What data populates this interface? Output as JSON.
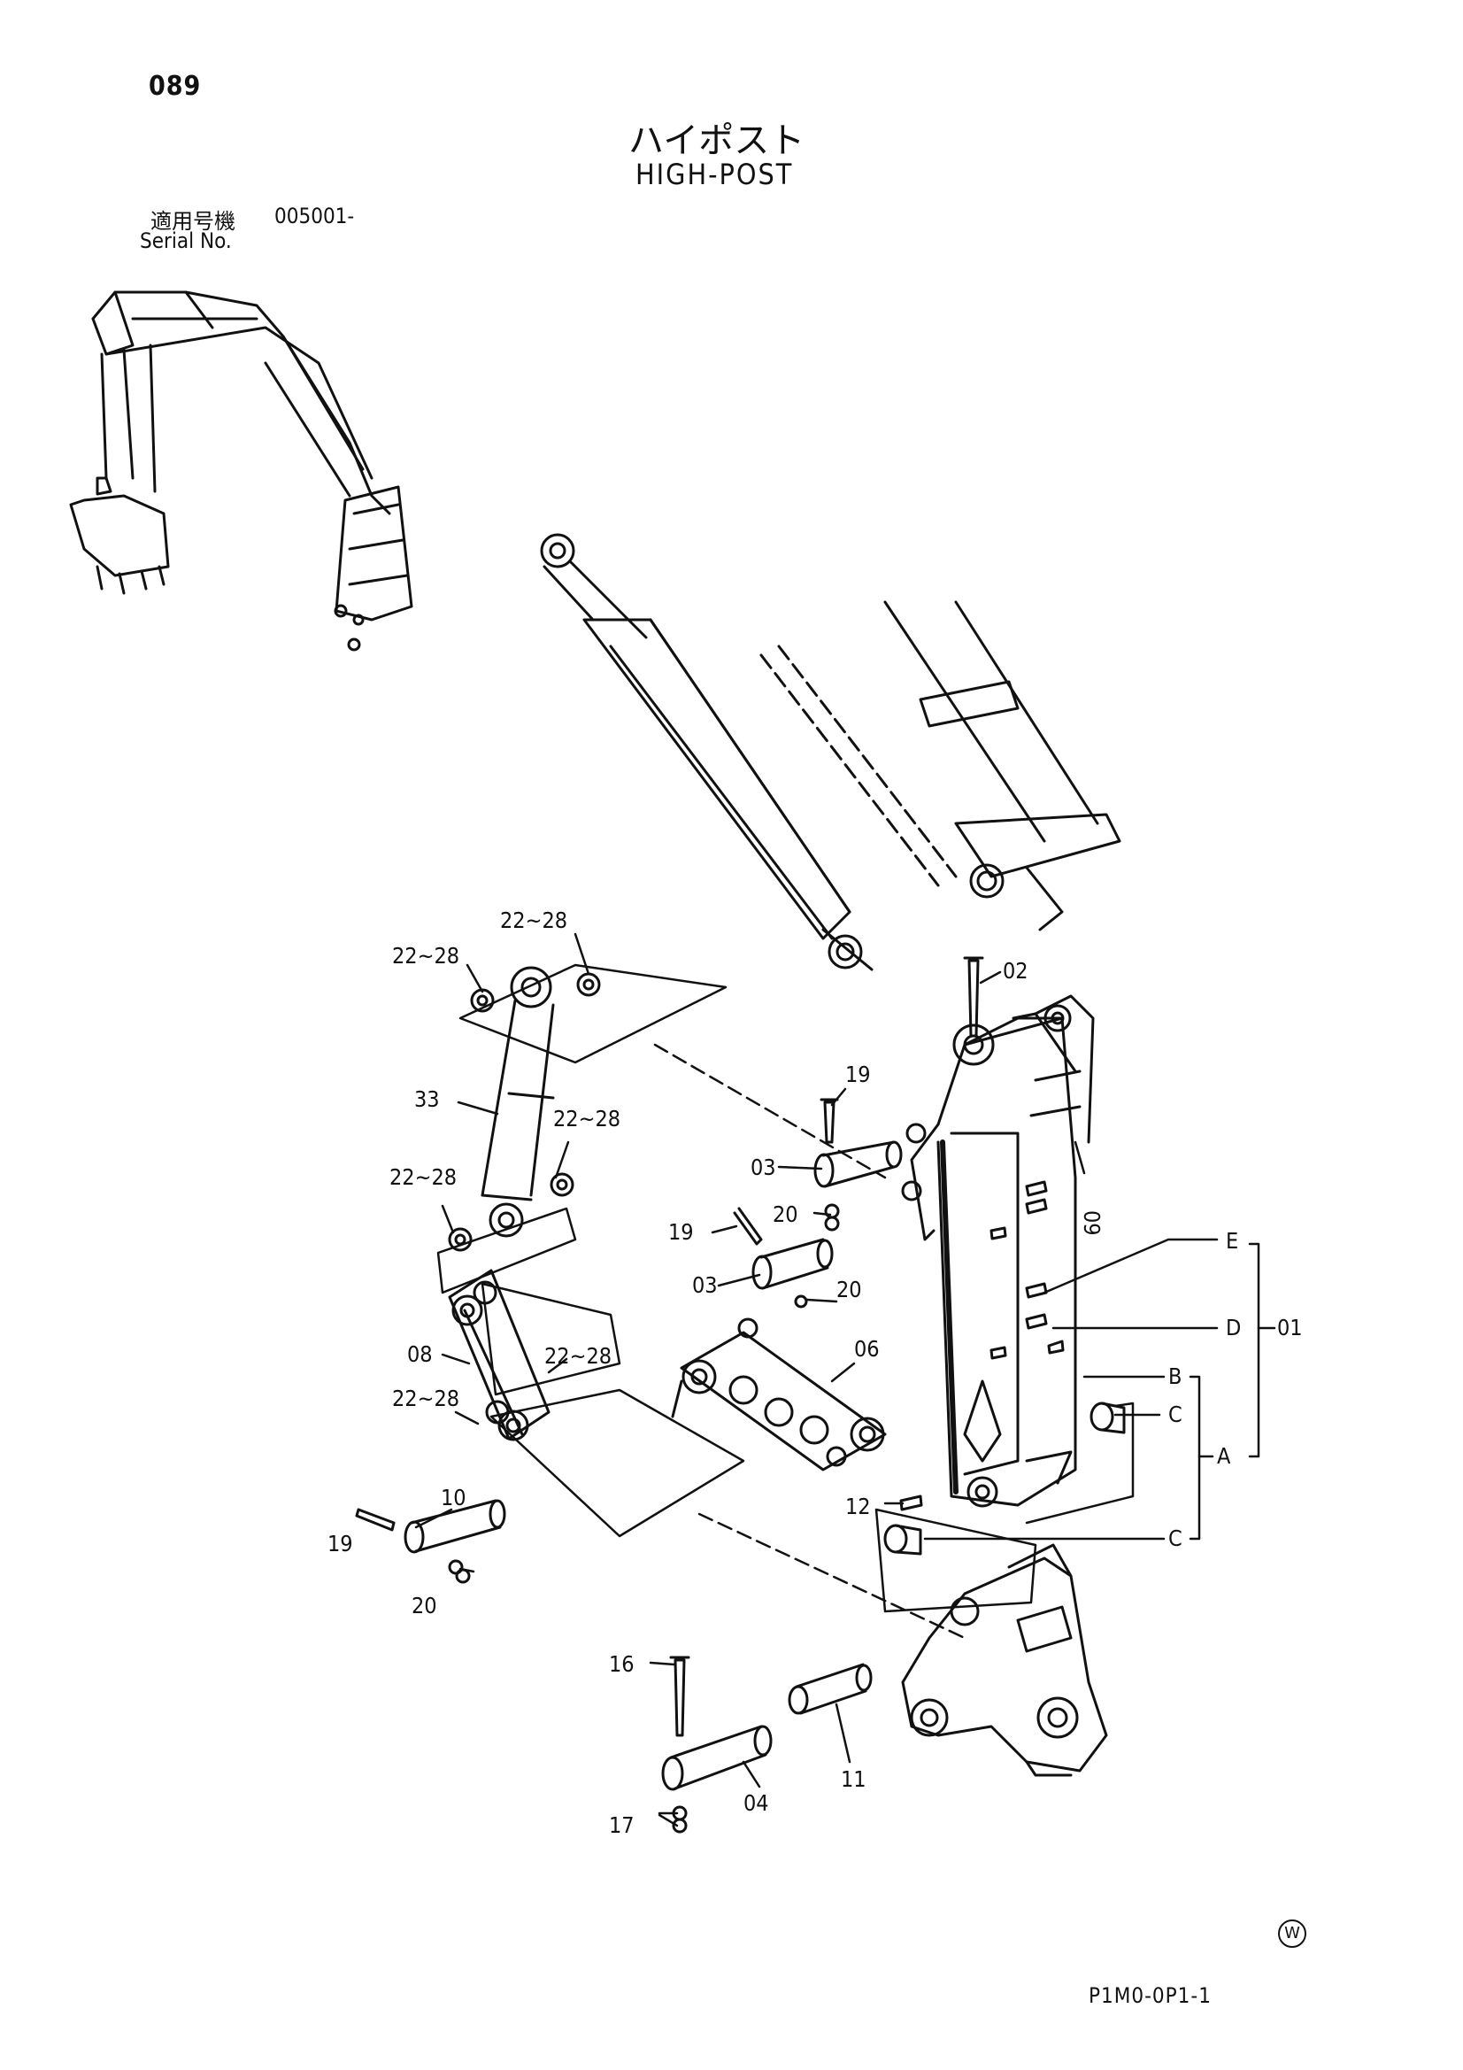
{
  "header": {
    "page_number": "089",
    "title_jp": "ハイポスト",
    "title_en": "HIGH-POST",
    "serial_label_jp": "適用号機",
    "serial_value": "005001-",
    "serial_label_en": "Serial No."
  },
  "callouts": {
    "c_22_28_a": "22~28",
    "c_22_28_b": "22~28",
    "c_22_28_c": "22~28",
    "c_22_28_d": "22~28",
    "c_22_28_e": "22~28",
    "c_22_28_f": "22~28",
    "c_33": "33",
    "c_02": "02",
    "c_19_a": "19",
    "c_19_b": "19",
    "c_19_c": "19",
    "c_03_a": "03",
    "c_03_b": "03",
    "c_20_a": "20",
    "c_20_b": "20",
    "c_20_c": "20",
    "c_08": "08",
    "c_06": "06",
    "c_10": "10",
    "c_12": "12",
    "c_16": "16",
    "c_04": "04",
    "c_11": "11",
    "c_17": "17",
    "c_09": "09",
    "c_E": "E",
    "c_D": "D",
    "c_01": "01",
    "c_B": "B",
    "c_C_a": "C",
    "c_C_b": "C",
    "c_A": "A"
  },
  "footer": {
    "w_mark": "W",
    "drawing_code": "P1M0-0P1-1"
  }
}
